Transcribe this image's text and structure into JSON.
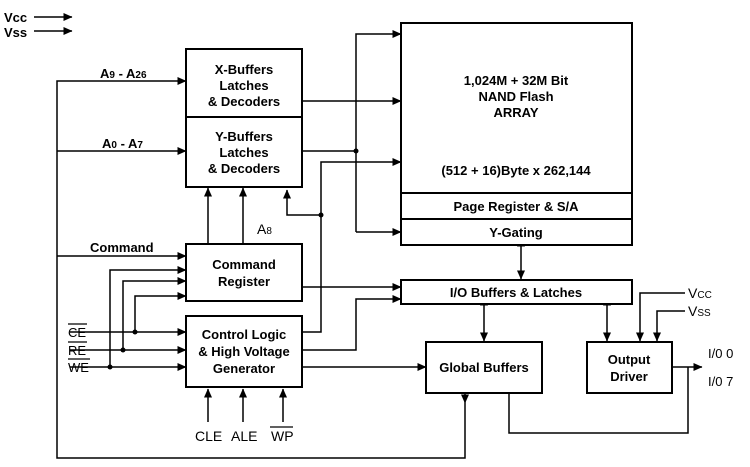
{
  "power": {
    "vcc_label": "Vcc",
    "vss_label": "Vss"
  },
  "buses": {
    "a9_a26": {
      "prefix": "A",
      "sub_start": "9",
      "mid": " - A",
      "sub_end": "26"
    },
    "a0_a7": {
      "prefix": "A",
      "sub_start": "0",
      "mid": " - A",
      "sub_end": "7"
    },
    "command": "Command",
    "a8": {
      "prefix": "A",
      "sub": "8"
    }
  },
  "blocks": {
    "x_buffers": [
      "X-Buffers",
      "Latches",
      "& Decoders"
    ],
    "y_buffers": [
      "Y-Buffers",
      "Latches",
      "& Decoders"
    ],
    "command_register": [
      "Command",
      "Register"
    ],
    "control_logic": [
      "Control Logic",
      "& High Voltage",
      "Generator"
    ],
    "array": {
      "line1": "1,024M + 32M Bit",
      "line2": "NAND Flash",
      "line3": "ARRAY",
      "org": "(512 + 16)Byte x 262,144"
    },
    "page_register": "Page Register & S/A",
    "y_gating": "Y-Gating",
    "io_buffers": "I/O Buffers & Latches",
    "global_buffers": "Global Buffers",
    "output_driver": [
      "Output",
      "Driver"
    ]
  },
  "control_pins": {
    "ce": "CE",
    "re": "RE",
    "we": "WE",
    "cle": "CLE",
    "ale": "ALE",
    "wp": "WP"
  },
  "output_driver_power": {
    "vcc": {
      "prefix": "V",
      "sub": "CC"
    },
    "vss": {
      "prefix": "V",
      "sub": "SS"
    }
  },
  "io_pins": {
    "io0": "I/0 0",
    "io7": "I/0 7"
  }
}
